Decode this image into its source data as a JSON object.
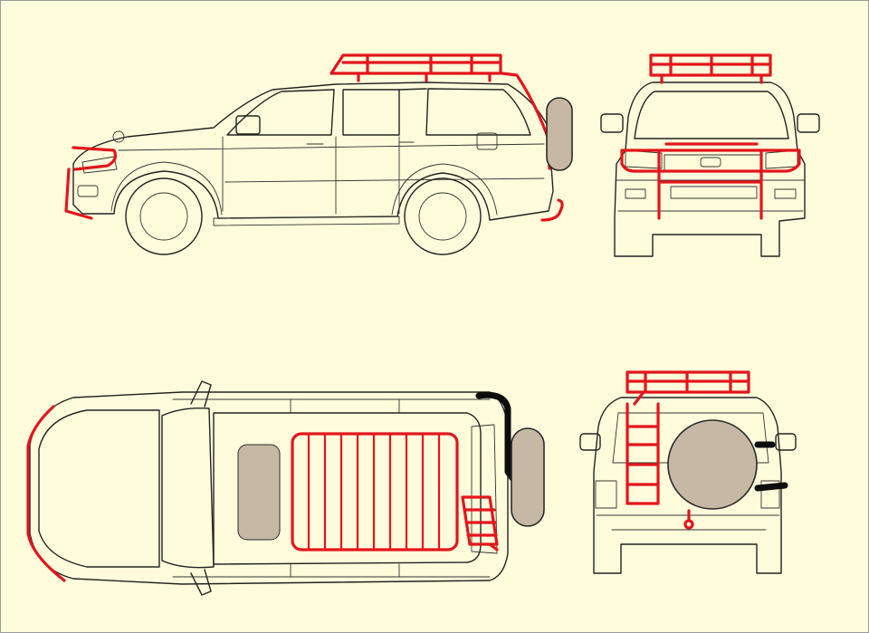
{
  "colors": {
    "background": "#FFFCDC",
    "outline": "#222222",
    "accessory_red": "#E3151C",
    "spare_tyre": "#C7B8A6",
    "hitch_black": "#0D0D0D"
  },
  "views": [
    {
      "id": "side",
      "accessories": [
        "roof-rack",
        "bull-bar",
        "tow-hitch",
        "rear-spare-tyre"
      ]
    },
    {
      "id": "front",
      "accessories": [
        "roof-rack",
        "bull-bar"
      ]
    },
    {
      "id": "top",
      "accessories": [
        "roof-rack",
        "sunroof",
        "rear-ladder",
        "rear-spare-tyre",
        "bumper-guard"
      ]
    },
    {
      "id": "rear",
      "accessories": [
        "roof-rack",
        "ladder",
        "spare-tyre",
        "tow-hitch",
        "tyre-carrier"
      ]
    }
  ]
}
